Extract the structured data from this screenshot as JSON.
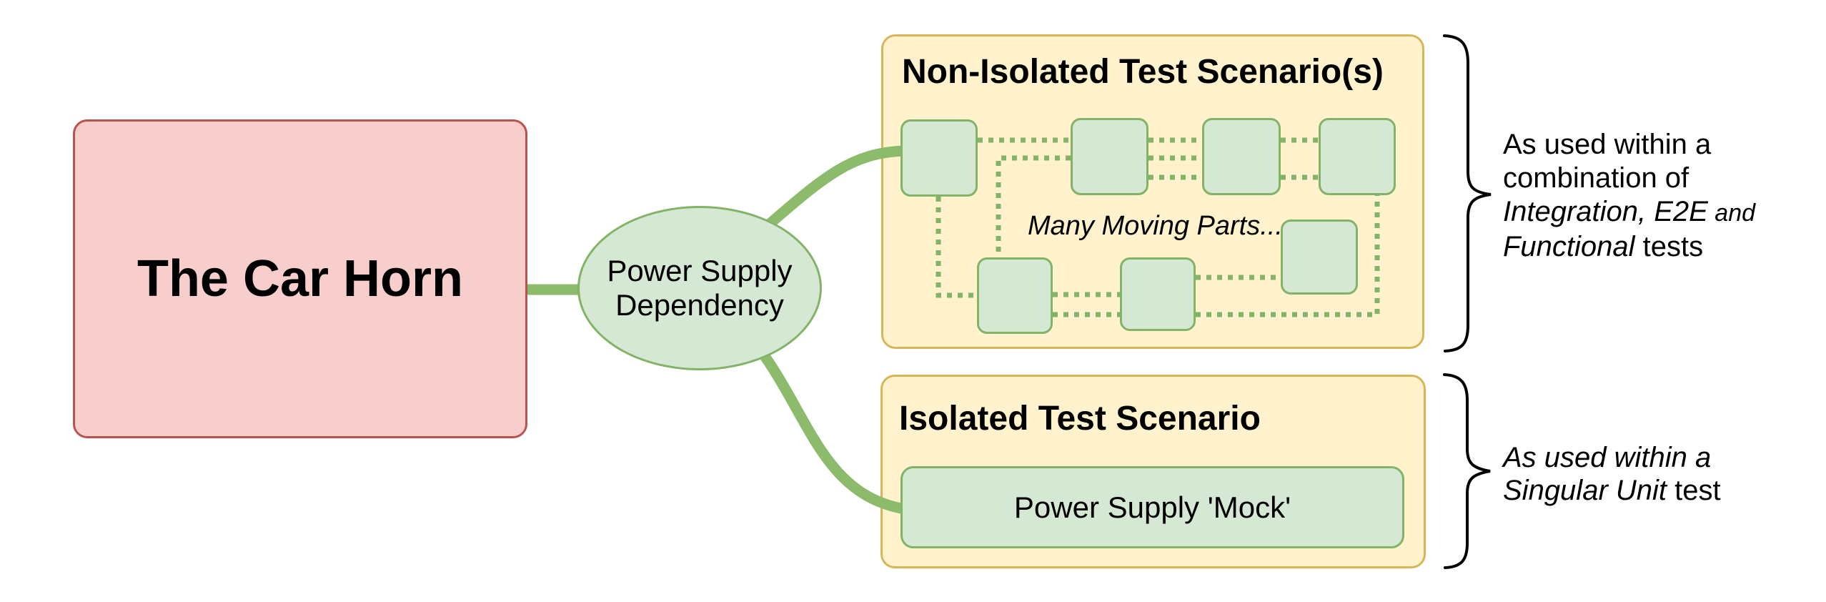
{
  "colors": {
    "red_fill": "#f8cecc",
    "red_border": "#b85450",
    "green_fill": "#d5e8d4",
    "green_border": "#82b366",
    "yellow_fill": "#fff2cc",
    "yellow_border": "#d6b656",
    "connector_green": "#8cbb6c",
    "dotted_green": "#82b366",
    "text_color": "#000000"
  },
  "nodes": {
    "car_horn": {
      "label": "The Car Horn"
    },
    "dependency": {
      "line1": "Power Supply",
      "line2": "Dependency"
    }
  },
  "non_isolated_panel": {
    "title": "Non-Isolated Test Scenario(s)",
    "caption": "Many Moving Parts...",
    "component_box_count": 7
  },
  "isolated_panel": {
    "title": "Isolated Test Scenario",
    "mock_label": "Power Supply 'Mock'"
  },
  "annotations": {
    "top": {
      "line1": "As used within a",
      "line2": "combination of",
      "line3_italic": "Integration, E2E",
      "line3_suffix_italic": " and",
      "line4_italic": "Functional",
      "line4_regular": " tests"
    },
    "bottom": {
      "line1_italic": "As used within a",
      "line2_italic": "Singular Unit",
      "line2_regular": " test"
    }
  }
}
